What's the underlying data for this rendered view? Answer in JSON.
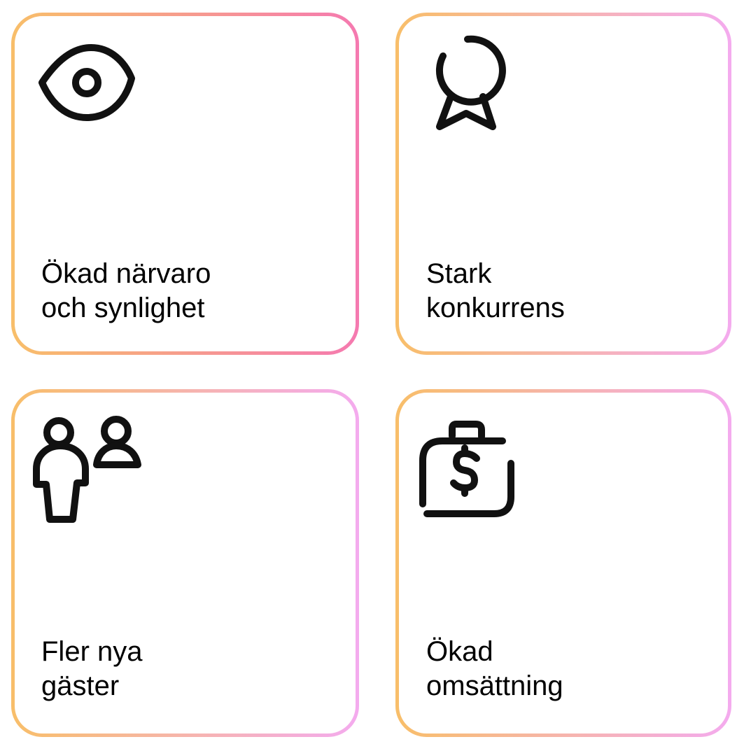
{
  "colors": {
    "orange": "#F8BE6A",
    "pink": "#F57AB0",
    "lavender": "#F4ABEE",
    "icon": "#111111",
    "text": "#000000"
  },
  "cards": {
    "top_left": {
      "icon": "eye-icon",
      "line1": "Ökad närvaro",
      "line2": "och synlighet"
    },
    "top_right": {
      "icon": "award-ribbon-icon",
      "line1": "Stark",
      "line2": "konkurrens"
    },
    "bottom_left": {
      "icon": "users-icon",
      "line1": "Fler nya",
      "line2": "gäster"
    },
    "bottom_right": {
      "icon": "money-bag-icon",
      "line1": "Ökad",
      "line2": "omsättning"
    }
  }
}
